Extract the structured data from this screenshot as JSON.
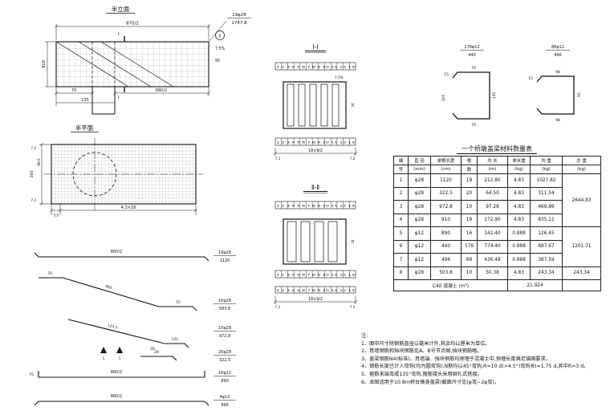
{
  "elev": {
    "title": "半立面",
    "dim_top": "870/2",
    "callout_top": "19φ28",
    "callout_bot": "1747.8",
    "bubble": "5",
    "cut_mark": "Ⅰ",
    "dim_70": "70",
    "dim_135": "135",
    "dim_680": "680/2",
    "dim_left": "910",
    "slope": "7.5%",
    "dim_r": "95"
  },
  "plan": {
    "title": "半平面",
    "dim_t72": "7.2",
    "dim_906": "90.6",
    "dim_380": "380",
    "dim_b72": "7.2",
    "dim_55": "5.5",
    "dim_bot": "4.3×18"
  },
  "shapes": {
    "s1_dim": "860/2",
    "s1_mark": "19φ28",
    "s1_len": "1120",
    "s2_d1": "70",
    "s2_d2": "982",
    "s2_d3": "55",
    "s2_mark": "10φ28",
    "s2_len": "583.8",
    "s3_d1": "123.5",
    "s3_d2": "121",
    "s3_d3": "26",
    "s3_mark": "10φ28",
    "s3_len": "972.8",
    "s4_d1": "28",
    "s4_t1": "1",
    "s4_t2": "1",
    "s4_mark": "20φ28",
    "s4_len": "322.5",
    "s5_dim": "860/2",
    "s5_d1": "75",
    "s5_mark": "16φ12",
    "s5_len": "890",
    "s6_dim": "860/2",
    "s6_mark": "4φ12",
    "s6_len": "996"
  },
  "sec1": {
    "title": "Ⅰ-Ⅰ",
    "ticks_top": "1 2 3 4 5 6 7 8 9 10 11 12 13",
    "ticks_bot": "1 2 3 4 5 6 7 8 9 10 11 12 13",
    "slope": "7.5%",
    "dim_side": "34",
    "dim_bot": "18×9/2",
    "dim_c1": "7.2",
    "dim_c2": "7.2"
  },
  "sec2": {
    "title": "Ⅱ-Ⅱ",
    "ticks_top": "1 2 3 4 5 6 7 8 9 10 11 12 13",
    "ticks_bot": "1 2 3 4 5 6 7 8 9 10 11 12 13",
    "ticks_extra": "1 2 3 4 5 6 7 8 9 10 11 12 13",
    "dim_side": "34",
    "dim_bot": "18×9/2",
    "dim_c1": "7.2",
    "dim_c2": "7.2"
  },
  "detailA": {
    "mark": "176φ12",
    "len": "440",
    "d_top": "70",
    "d_hook": "15",
    "d_side": "135",
    "d_side2": "105",
    "d_bot": "70"
  },
  "detailB": {
    "mark": "88φ12",
    "len": "496",
    "d_top": "98",
    "d_hook": "15",
    "d_side": "95",
    "d_bot": "98"
  },
  "table": {
    "title": "一个桥墩盖梁材料数量表",
    "h1": [
      "编",
      "直 径",
      "单根长度",
      "根",
      "共 长",
      "单米重",
      "共 重",
      "总 重"
    ],
    "h2": [
      "号",
      "(mm)",
      "(cm)",
      "数",
      "(m)",
      "(kg)",
      "(kg)",
      "(kg)"
    ],
    "rows": [
      [
        "1",
        "φ28",
        "1120",
        "19",
        "212.80",
        "4.83",
        "1027.82"
      ],
      [
        "2",
        "φ28",
        "322.5",
        "20",
        "64.50",
        "4.83",
        "311.54"
      ],
      [
        "3",
        "φ28",
        "972.8",
        "10",
        "97.28",
        "4.83",
        "469.86"
      ],
      [
        "4",
        "φ28",
        "910",
        "19",
        "172.90",
        "4.83",
        "835.11"
      ],
      [
        "5",
        "φ12",
        "890",
        "16",
        "142.40",
        "0.888",
        "126.45"
      ],
      [
        "6",
        "φ12",
        "440",
        "176",
        "774.40",
        "0.888",
        "687.67"
      ],
      [
        "7",
        "φ12",
        "496",
        "88",
        "436.48",
        "0.888",
        "387.59"
      ],
      [
        "8",
        "φ28",
        "503.8",
        "10",
        "50.38",
        "4.83",
        "243.34"
      ]
    ],
    "merge1": "2644.83",
    "merge2": "1201.71",
    "merge3": "243.34",
    "foot_label": "C40 混凝土 (m³)",
    "foot_value": "21.924"
  },
  "notes": {
    "title": "注:",
    "items": [
      "1、图中尺寸除钢筋直径以毫米计外,其余均以厘米为单位。",
      "2、耳墙钢筋和挡块钢筋见A、B号节点图,挡块钢筋略。",
      "3、盖梁钢筋N4(标准)、耳墙端、挡块钢筋均预埋于混凝土中,预埋长度满足锚固要求。",
      "4、钢筋长度已计入弯钩(均为圆弯钩),N筋均以45°弯钩,R=10 d(>4.5°)弯钩长l=1.75 d,其中R=3 d。",
      "5、箍筋末端弯成135°弯钩,箍筋接头采用绑扎式搭接。",
      "6、本图适用于10.8m桥台墩身盖梁(截面尺寸见(φ弯~2φ弯)。"
    ]
  }
}
